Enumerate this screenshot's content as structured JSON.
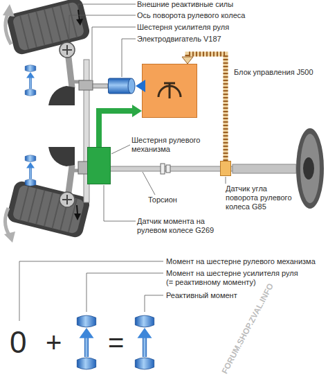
{
  "diagram": {
    "nodes": [
      {
        "text": [
          "Электродвигатель V187"
        ]
      },
      {
        "text": [
          "Блок управления J500"
        ]
      },
      {
        "text": [
          "Датчик угла поворота рулевого колеса G85"
        ]
      },
      {
        "text": [
          "Датчик момента на рулевом колесе G269"
        ]
      }
    ],
    "edges": [
      {
        "from": 3,
        "to": 1,
        "arrow": "to"
      },
      {
        "from": 2,
        "to": 1,
        "arrow": "to"
      },
      {
        "from": 1,
        "to": 0,
        "arrow": "to"
      }
    ],
    "labels": [
      "Внешние реактивные силы",
      "Ось поворота рулевого колеса",
      "Шестерня усилителя руля",
      "Шестерня рулевого механизма",
      "Торсион",
      "Момент на шестерне рулевого механизма",
      "Момент на шестерне усилителя руля (= реактивному моменту)",
      "Реактивный момент",
      "0",
      "+",
      "=",
      "FORUM.SHOP.ZVAL.INFO"
    ]
  }
}
